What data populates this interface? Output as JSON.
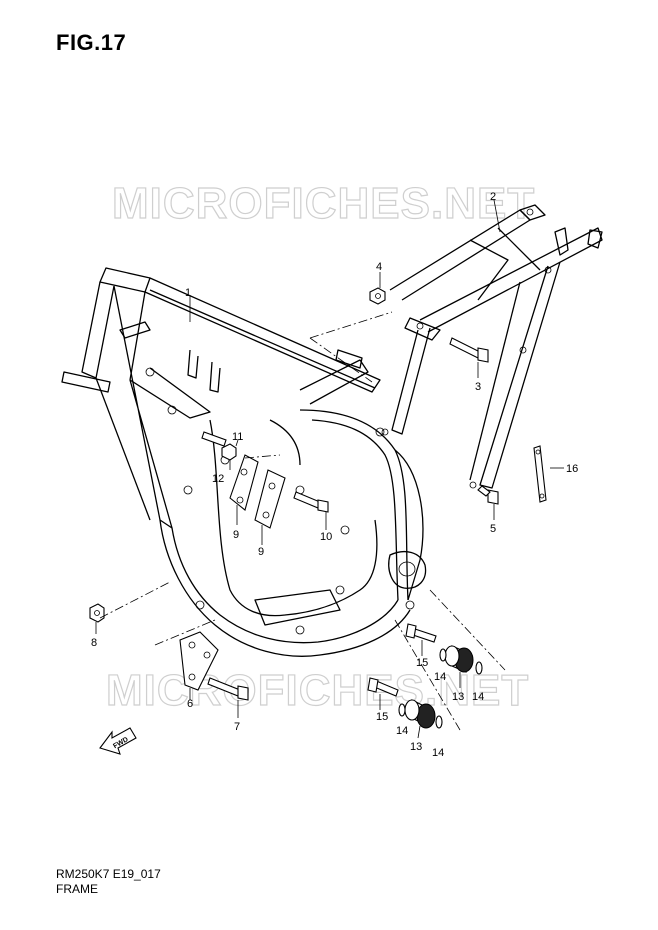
{
  "header": {
    "figure_title": "FIG.17"
  },
  "watermark": {
    "text": "MICROFICHES.NET"
  },
  "callouts": {
    "c1": "1",
    "c2": "2",
    "c3": "3",
    "c4": "4",
    "c5": "5",
    "c6": "6",
    "c7": "7",
    "c8": "8",
    "c9a": "9",
    "c9b": "9",
    "c10": "10",
    "c11": "11",
    "c12": "12",
    "c13a": "13",
    "c13b": "13",
    "c14a": "14",
    "c14b": "14",
    "c14c": "14",
    "c14d": "14",
    "c15a": "15",
    "c15b": "15",
    "c16": "16"
  },
  "fwd_arrow": {
    "label": "FWD"
  },
  "footer": {
    "diagram_code": "RM250K7 E19_017",
    "section_name": "FRAME"
  }
}
